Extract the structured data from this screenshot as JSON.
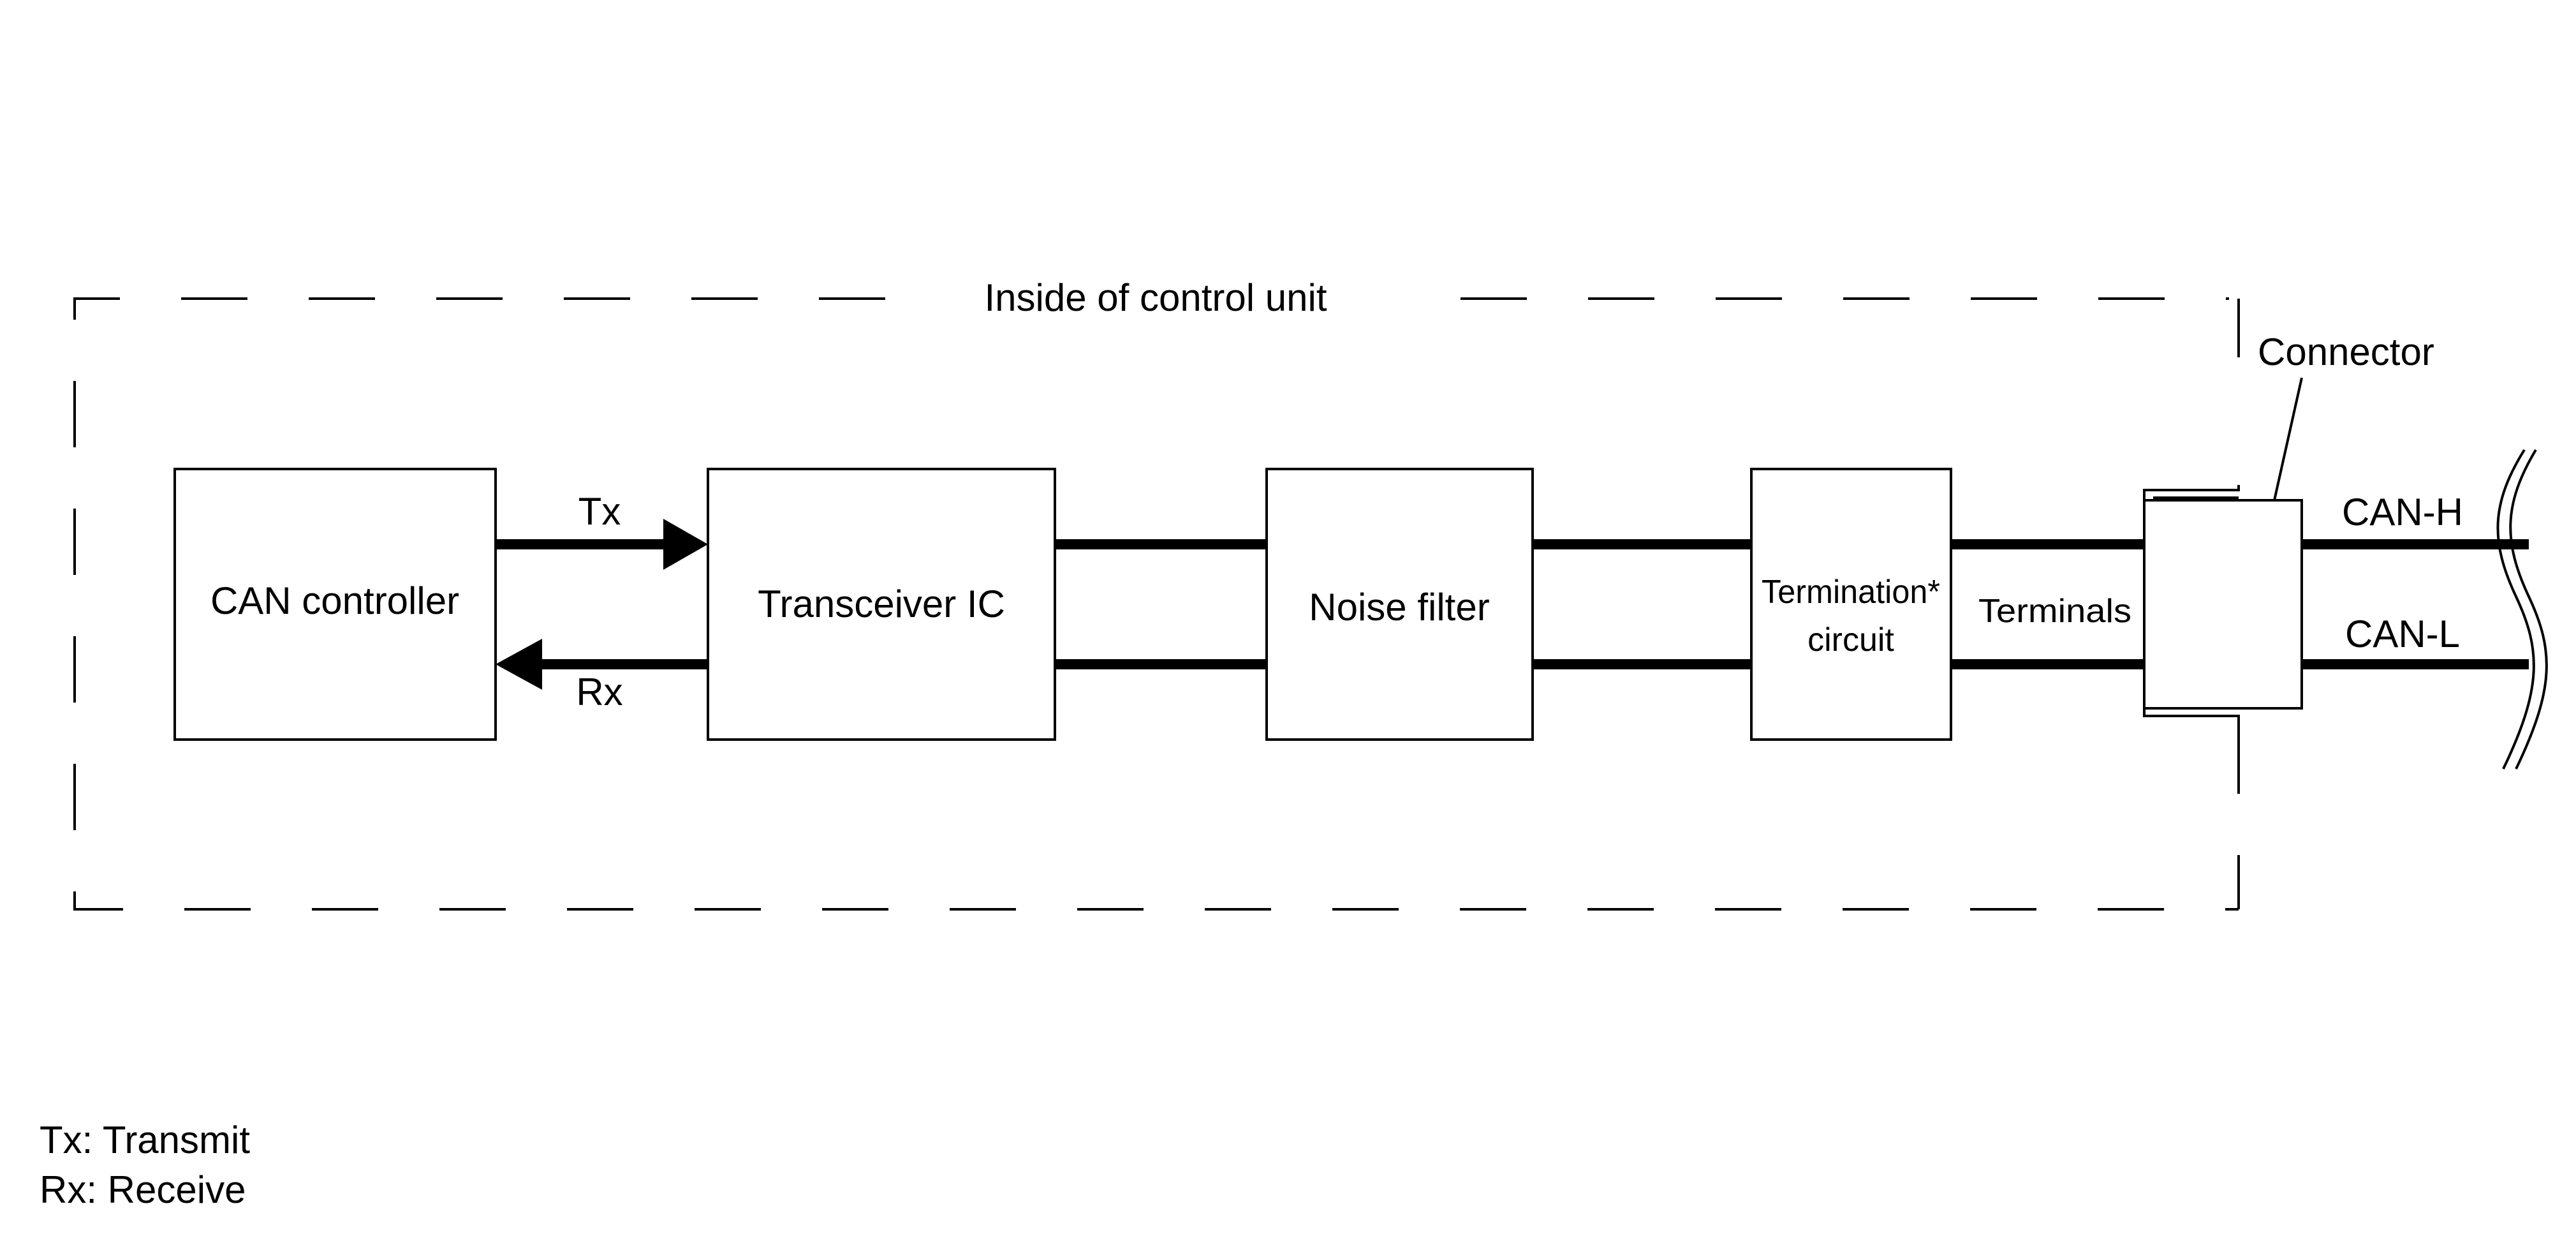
{
  "diagram": {
    "enclosure_label": "Inside of control unit",
    "blocks": {
      "can_controller": "CAN controller",
      "transceiver": "Transceiver IC",
      "noise_filter": "Noise filter",
      "termination_line1": "Termination*",
      "termination_line2": "circuit"
    },
    "signals": {
      "tx": "Tx",
      "rx": "Rx"
    },
    "terminals_label": "Terminals",
    "connector_label": "Connector",
    "bus_lines": {
      "high": "CAN-H",
      "low": "CAN-L"
    }
  },
  "legend": {
    "tx": "Tx: Transmit",
    "rx": "Rx: Receive"
  }
}
